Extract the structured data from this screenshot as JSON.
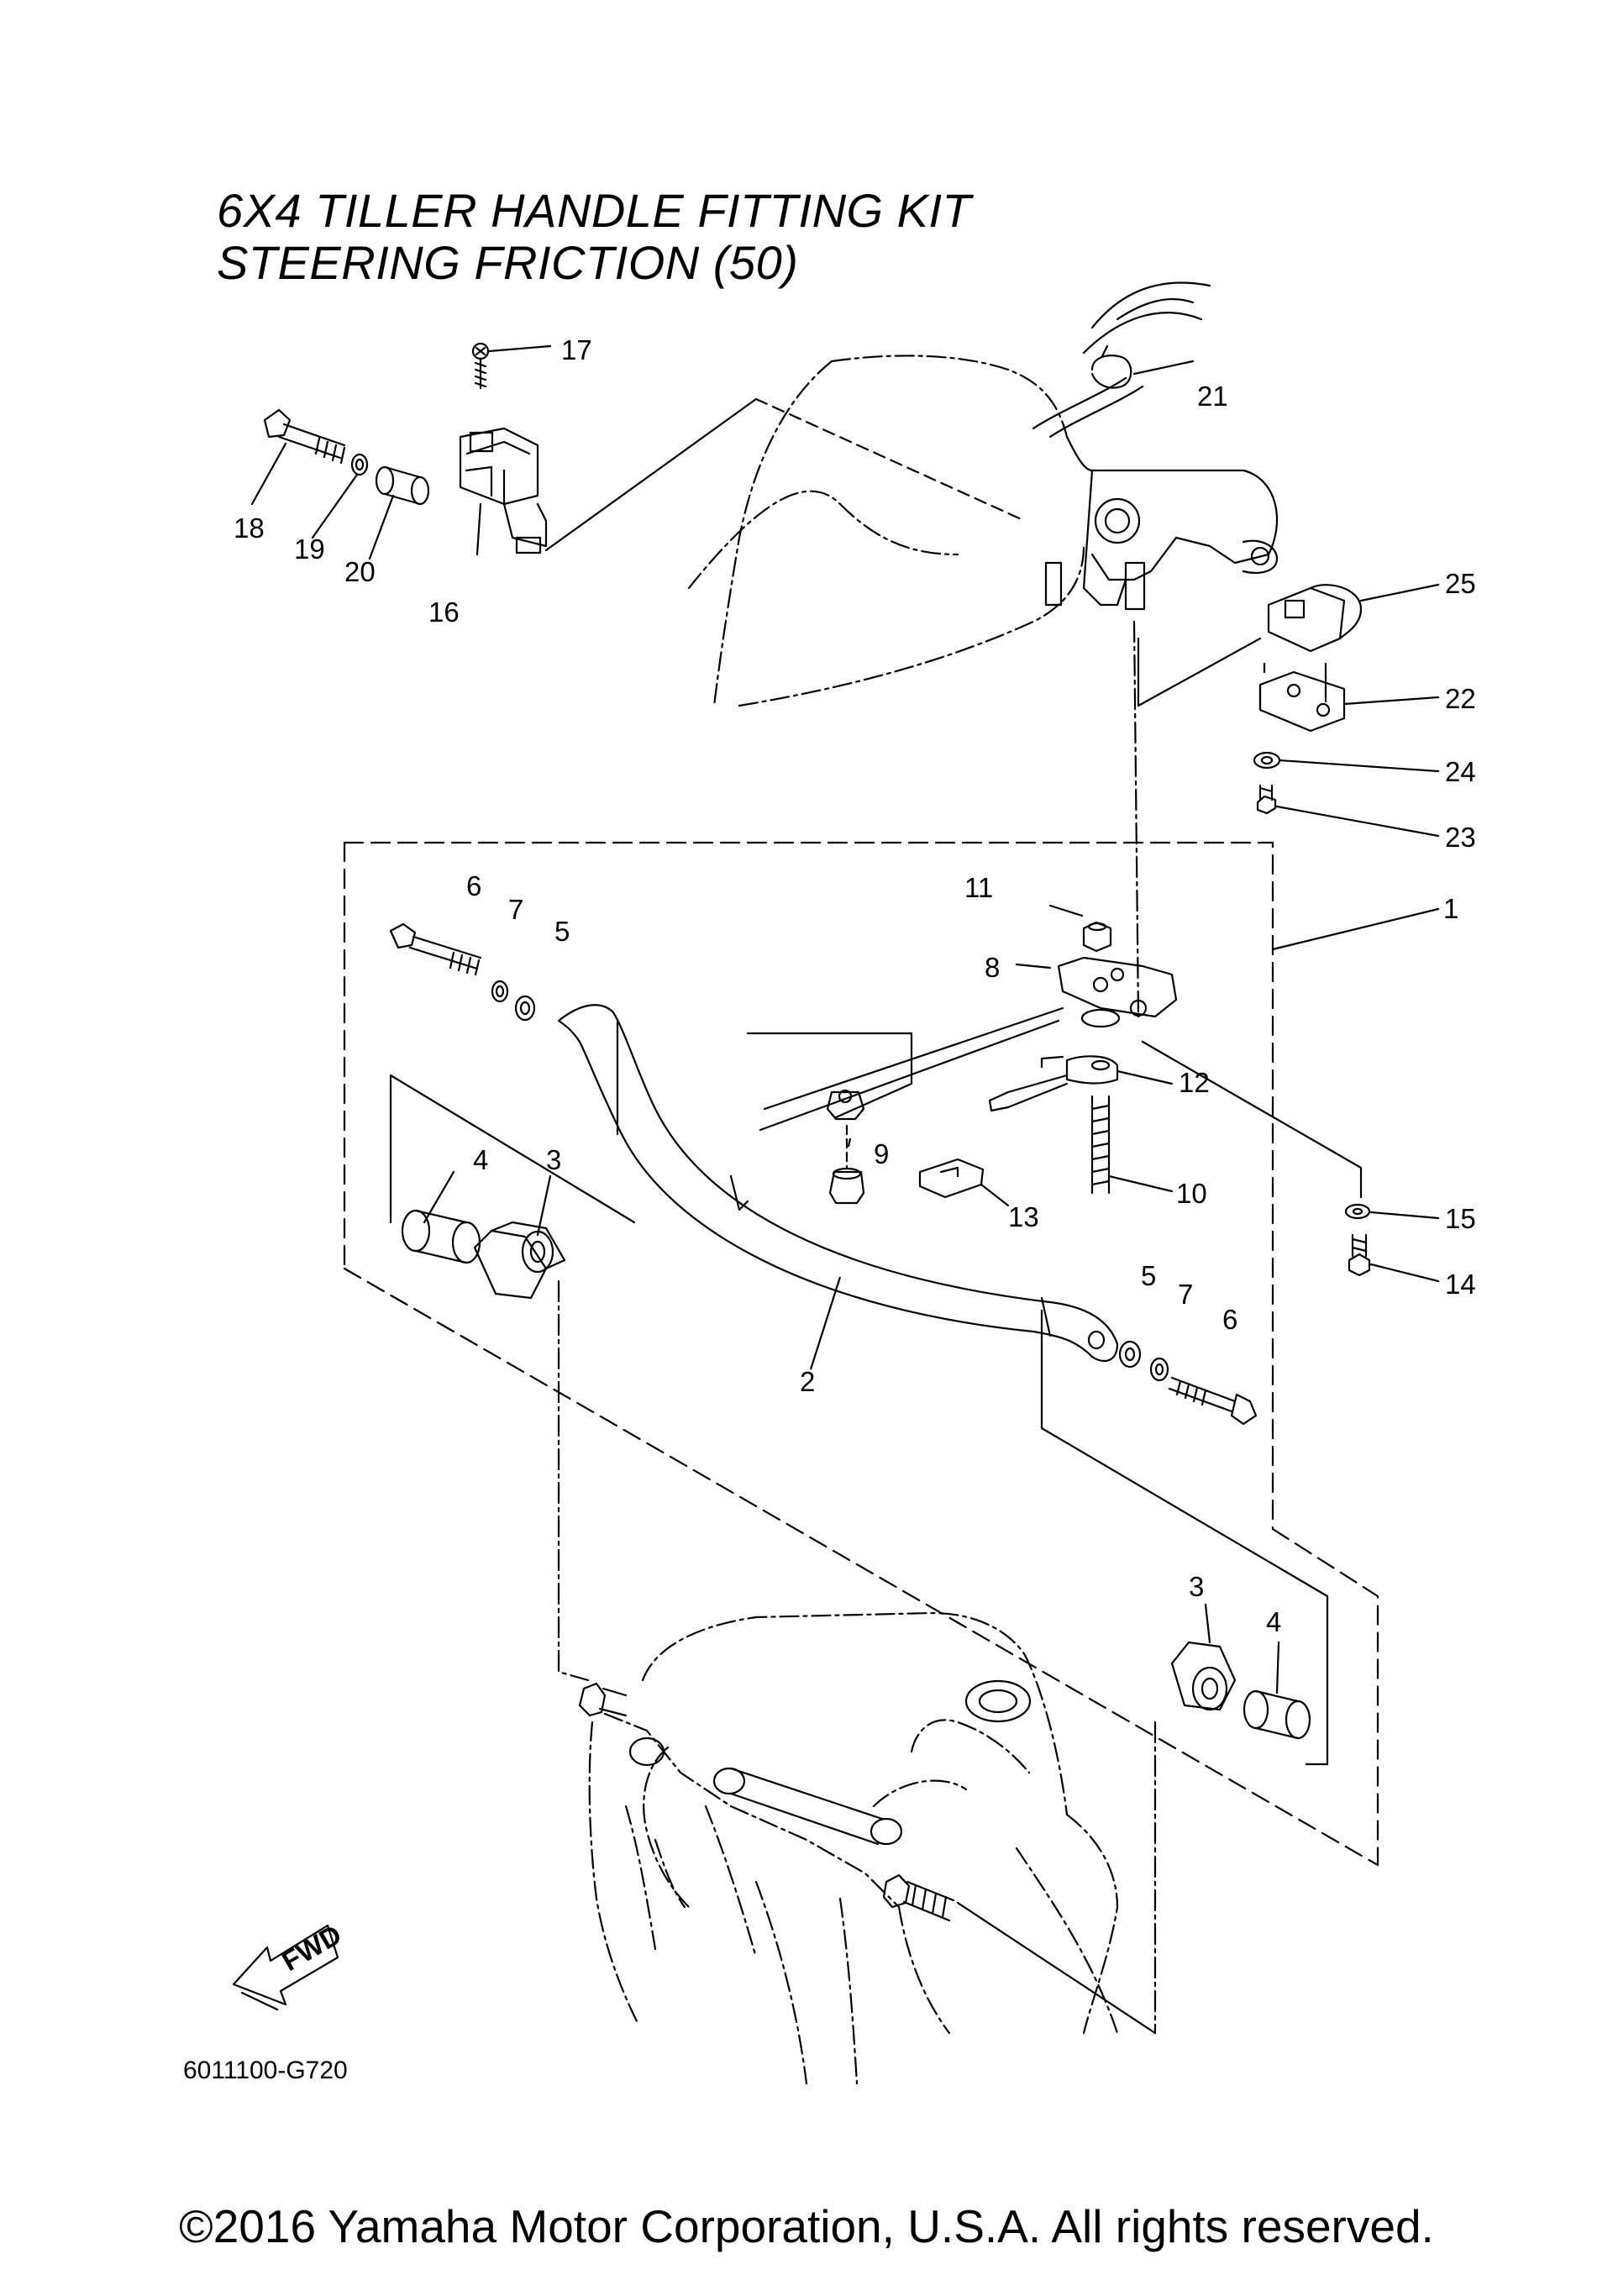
{
  "title": {
    "line1": "6X4 TILLER HANDLE FITTING KIT",
    "line2": "STEERING FRICTION (50)"
  },
  "diagram_code": "6011100-G720",
  "fwd_label": "FWD",
  "copyright": "©2016 Yamaha Motor Corporation, U.S.A. All rights reserved.",
  "callouts": [
    "17",
    "21",
    "18",
    "19",
    "20",
    "16",
    "25",
    "22",
    "24",
    "23",
    "1",
    "6",
    "7",
    "5",
    "11",
    "8",
    "12",
    "9",
    "13",
    "10",
    "15",
    "14",
    "4",
    "3",
    "5",
    "7",
    "6",
    "2",
    "3",
    "4"
  ]
}
